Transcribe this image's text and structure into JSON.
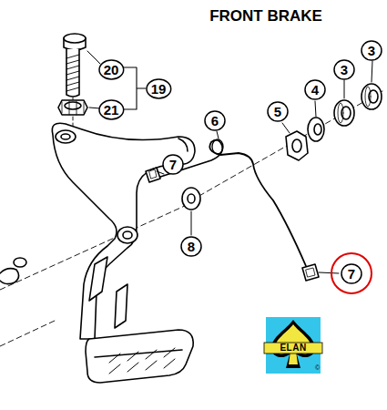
{
  "diagram": {
    "title": "FRONT BRAKE",
    "nodes": [
      {
        "text": [
          "20"
        ]
      },
      {
        "text": [
          "21"
        ]
      },
      {
        "text": [
          "19"
        ]
      },
      {
        "text": [
          "6"
        ]
      },
      {
        "text": [
          "5"
        ]
      },
      {
        "text": [
          "4"
        ]
      },
      {
        "text": [
          "3"
        ]
      },
      {
        "text": [
          "3"
        ]
      },
      {
        "text": [
          "7"
        ]
      },
      {
        "text": [
          "8"
        ]
      },
      {
        "text": [
          "7"
        ]
      },
      {
        "text": [
          "ELAN"
        ]
      }
    ],
    "labels": [
      "©"
    ]
  }
}
